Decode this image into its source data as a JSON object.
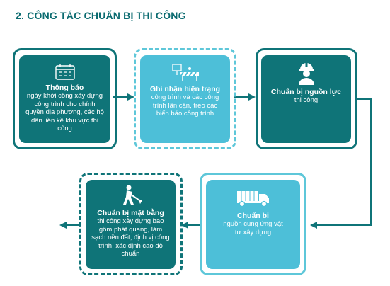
{
  "title": "2. CÔNG TÁC CHUẨN BỊ THI CÔNG",
  "colors": {
    "dark": "#0f7478",
    "light": "#4dbfd8"
  },
  "steps": [
    {
      "icon": "calendar-icon",
      "title": "Thông báo",
      "body": "ngày khởi công xây dựng công trình cho chính quyền địa phương, các hộ dân liền kề khu vực thi công"
    },
    {
      "icon": "construction-barrier-icon",
      "title": "Ghi nhận hiện trạng",
      "body": "công trình và các công trình lân cận, treo các biển báo công trình"
    },
    {
      "icon": "worker-helmet-icon",
      "title": "Chuẩn bị nguồn lực",
      "body": "thi công"
    },
    {
      "icon": "truck-icon",
      "title": "Chuẩn bị",
      "body": "nguồn cung ứng vật tư xây dựng"
    },
    {
      "icon": "digging-worker-icon",
      "title": "Chuẩn bị mặt bằng",
      "body": "thi công xây dựng bao gồm phát quang, làm sạch nền đất, định vị công trình, xác định cao độ chuẩn"
    }
  ]
}
